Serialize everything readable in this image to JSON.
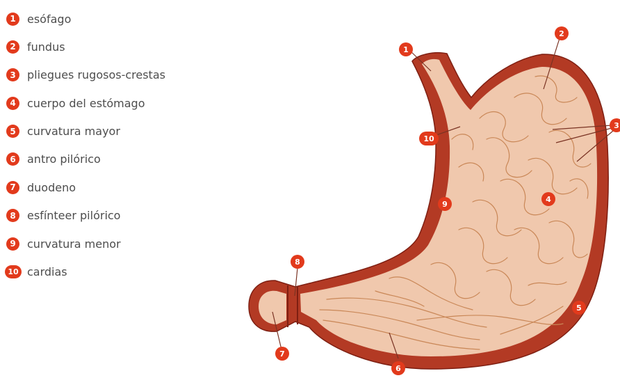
{
  "colors": {
    "badge": "#e23a1c",
    "wall": "#b33a24",
    "wall_edge": "#7e1f12",
    "lining": "#f0c8ad",
    "fold": "#c98757",
    "leader": "#7a3323"
  },
  "legend": [
    {
      "number": "1",
      "label": "esófago"
    },
    {
      "number": "2",
      "label": "fundus"
    },
    {
      "number": "3",
      "label": "pliegues rugosos-crestas"
    },
    {
      "number": "4",
      "label": "cuerpo del estómago"
    },
    {
      "number": "5",
      "label": "curvatura mayor"
    },
    {
      "number": "6",
      "label": "antro pilórico"
    },
    {
      "number": "7",
      "label": "duodeno"
    },
    {
      "number": "8",
      "label": "esfínteer pilórico"
    },
    {
      "number": "9",
      "label": "curvatura menor"
    },
    {
      "number": "10",
      "label": "cardias"
    }
  ],
  "callouts": {
    "c1": "1",
    "c2": "2",
    "c3": "3",
    "c4": "4",
    "c5": "5",
    "c6": "6",
    "c7": "7",
    "c8": "8",
    "c9": "9",
    "c10": "10"
  }
}
